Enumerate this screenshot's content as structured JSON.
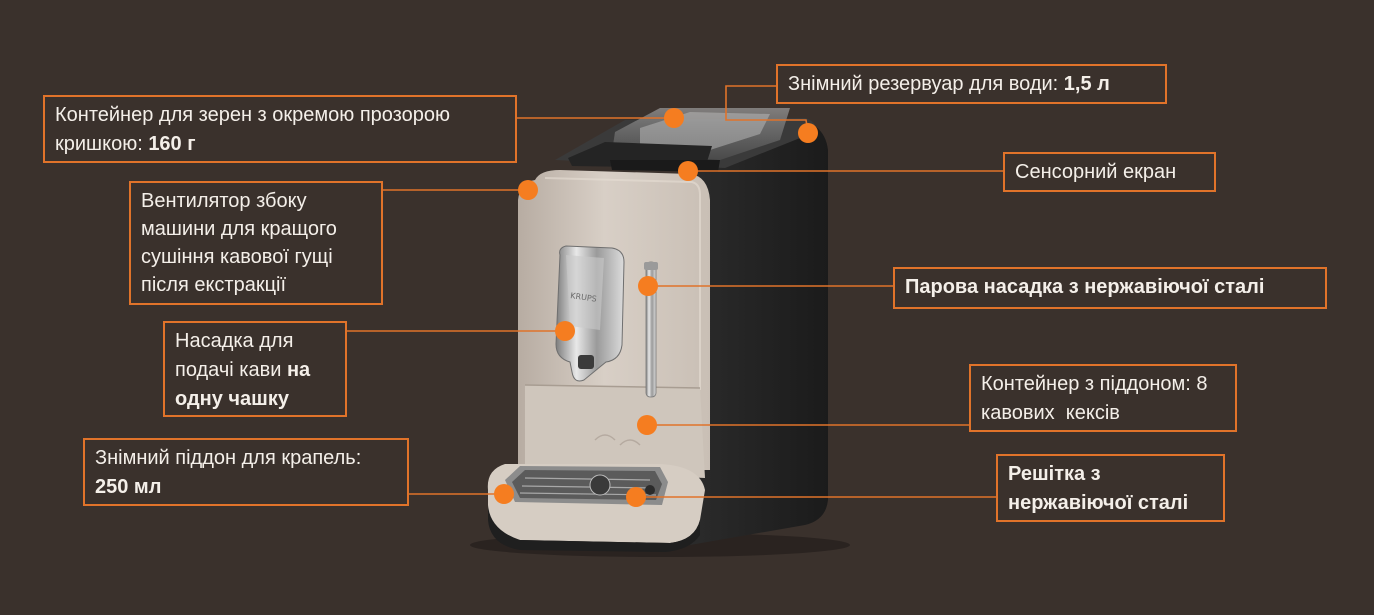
{
  "callouts": {
    "bean_container": {
      "text": "Контейнер для зерен з окремою прозорою кришкою: ",
      "bold": "160 г"
    },
    "water_tank": {
      "text": "Знімний резервуар для води: ",
      "bold": "1,5 л"
    },
    "touch_screen": {
      "text": "Сенсорний екран"
    },
    "fan": {
      "text": "Вентилятор збоку машини для кращого сушіння кавової гущі після екстракції"
    },
    "steam_wand": {
      "bold": "Парова насадка з нержавіючої сталі"
    },
    "coffee_spout": {
      "text": "Насадка для подачі кави ",
      "bold": "на одну чашку"
    },
    "grounds_container": {
      "text": "Контейнер з піддоном: 8 кавових  кексів"
    },
    "drip_tray": {
      "text": "Знімний піддон для крапель: ",
      "bold": "250 мл"
    },
    "grid": {
      "bold": "Решітка з нержавіючої сталі"
    }
  },
  "machine": {
    "brand": "KRUPS"
  },
  "colors": {
    "accent": "#e0732a",
    "dot": "#f57d20",
    "background": "#3a312c",
    "text": "#f4efe9"
  }
}
